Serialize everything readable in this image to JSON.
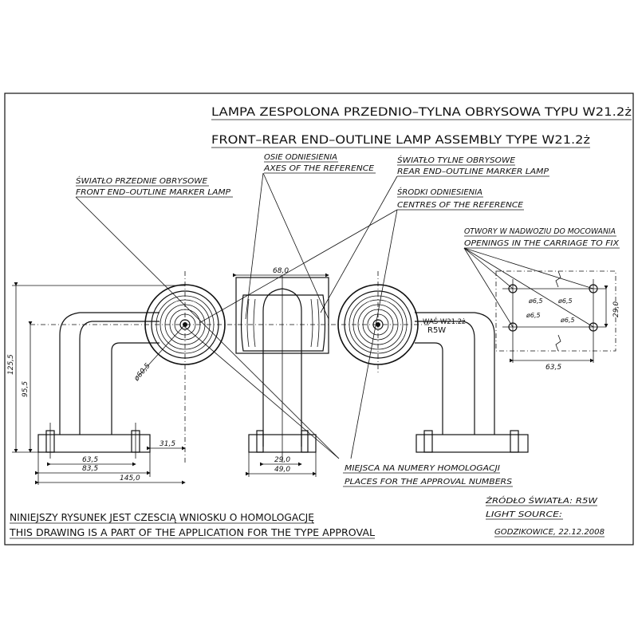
{
  "titles": {
    "pl": "LAMPA  ZESPOLONA  PRZEDNIO–TYLNA  OBRYSOWA  TYPU  W21.2ż",
    "en": "FRONT–REAR  END–OUTLINE  LAMP  ASSEMBLY  TYPE  W21.2ż"
  },
  "callouts": {
    "front_pl": "ŚWIATŁO PRZEDNIE OBRYSOWE",
    "front_en": "FRONT END–OUTLINE MARKER LAMP",
    "axes_pl": "OSIE ODNIESIENIA",
    "axes_en": "AXES OF THE REFERENCE",
    "rear_pl": "ŚWIATŁO TYLNE OBRYSOWE",
    "rear_en": "REAR END–OUTLINE MARKER LAMP",
    "centres_pl": "ŚRODKI ODNIESIENIA",
    "centres_en": "CENTRES OF THE REFERENCE",
    "openings_pl": "OTWORY W NADWOZIU DO MOCOWANIA",
    "openings_en": "OPENINGS IN THE CARRIAGE TO FIX",
    "approval_pl": "MIEJSCA NA NUMERY HOMOLOGACJI",
    "approval_en": "PLACES FOR THE APPROVAL NUMBERS",
    "bulb_type": "WAŚ W21.2ż",
    "bulb": "R5W"
  },
  "dimensions": {
    "d68": "68,0",
    "d125": "125,5",
    "d95": "95,5",
    "d31": "31,5",
    "d63a": "63,5",
    "d83": "83,5",
    "d145": "145,0",
    "d29a": "29,0",
    "d49": "49,0",
    "dia60": "ø60,5",
    "d29b": "29,0",
    "d63b": "63,5",
    "hole1": "ø6,5",
    "hole2": "ø6,5",
    "hole3": "ø6,5",
    "hole4": "ø6,5"
  },
  "footer": {
    "note_pl": "NINIEJSZY RYSUNEK JEST CZESCIĄ WNIOSKU O HOMOLOGACJĘ",
    "note_en": "THIS DRAWING IS A PART OF THE APPLICATION FOR THE TYPE APPROVAL",
    "source_pl": "ŹRÓDŁO ŚWIATŁA:  R5W",
    "source_en": "LIGHT SOURCE:",
    "place_date": "GODZIKOWICE,  22.12.2008"
  }
}
